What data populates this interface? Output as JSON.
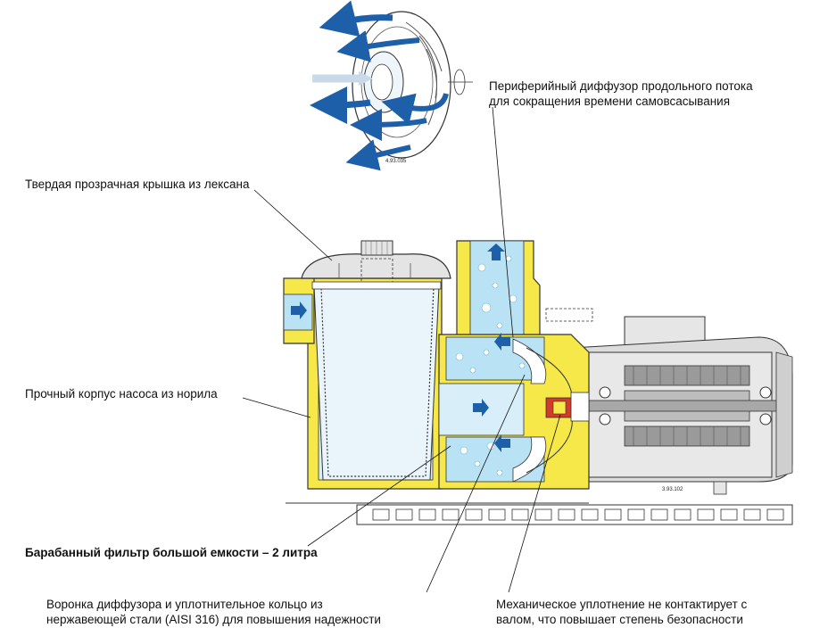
{
  "labels": {
    "diffuser_line1": "Периферийный диффузор продольного потока",
    "diffuser_line2": "для сокращения времени самовсасывания",
    "lid": "Твердая прозрачная крышка из лексана",
    "housing": "Прочный корпус насоса из норила",
    "filter": "Барабанный фильтр большой емкости – 2 литра",
    "funnel_line1": "Воронка диффузора и уплотнительное кольцо из",
    "funnel_line2": "нержавеющей стали (AISI 316) для повышения надежности",
    "seal_line1": "Механическое уплотнение не контактирует с",
    "seal_line2": "валом, что повышает степень безопасности"
  },
  "drawing_codes": {
    "impeller": "4.93.035",
    "pump": "3.93.102"
  },
  "colors": {
    "housing_yellow": "#f7e84a",
    "water_blue": "#b9e2f5",
    "flow_arrow": "#1d5fa8",
    "motor_gray": "#d9d9d9",
    "seal_red": "#d23a2a"
  }
}
